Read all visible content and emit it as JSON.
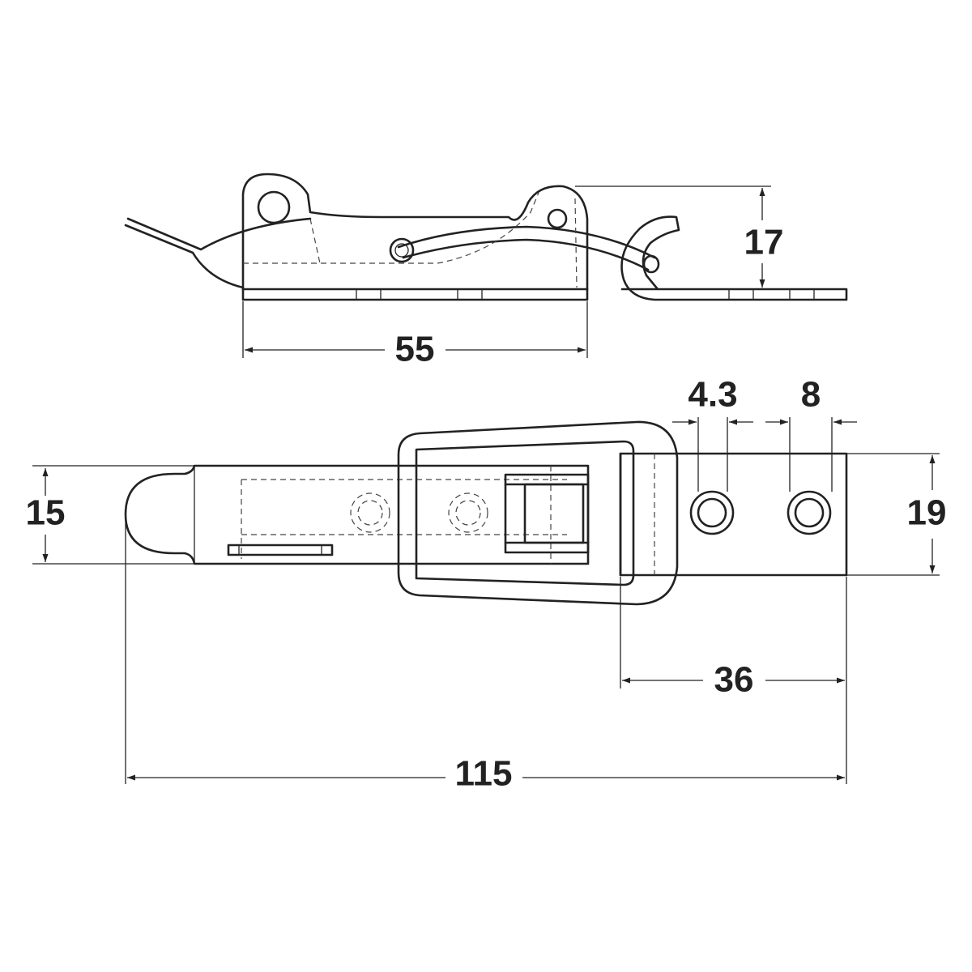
{
  "dimensions": {
    "side_length": "55",
    "side_height": "17",
    "hole_diameter": "4.3",
    "hole_pitch": "8",
    "body_width": "15",
    "plate_width": "19",
    "plate_length": "36",
    "overall_length": "115"
  },
  "colors": {
    "line": "#222222",
    "background": "#ffffff"
  }
}
